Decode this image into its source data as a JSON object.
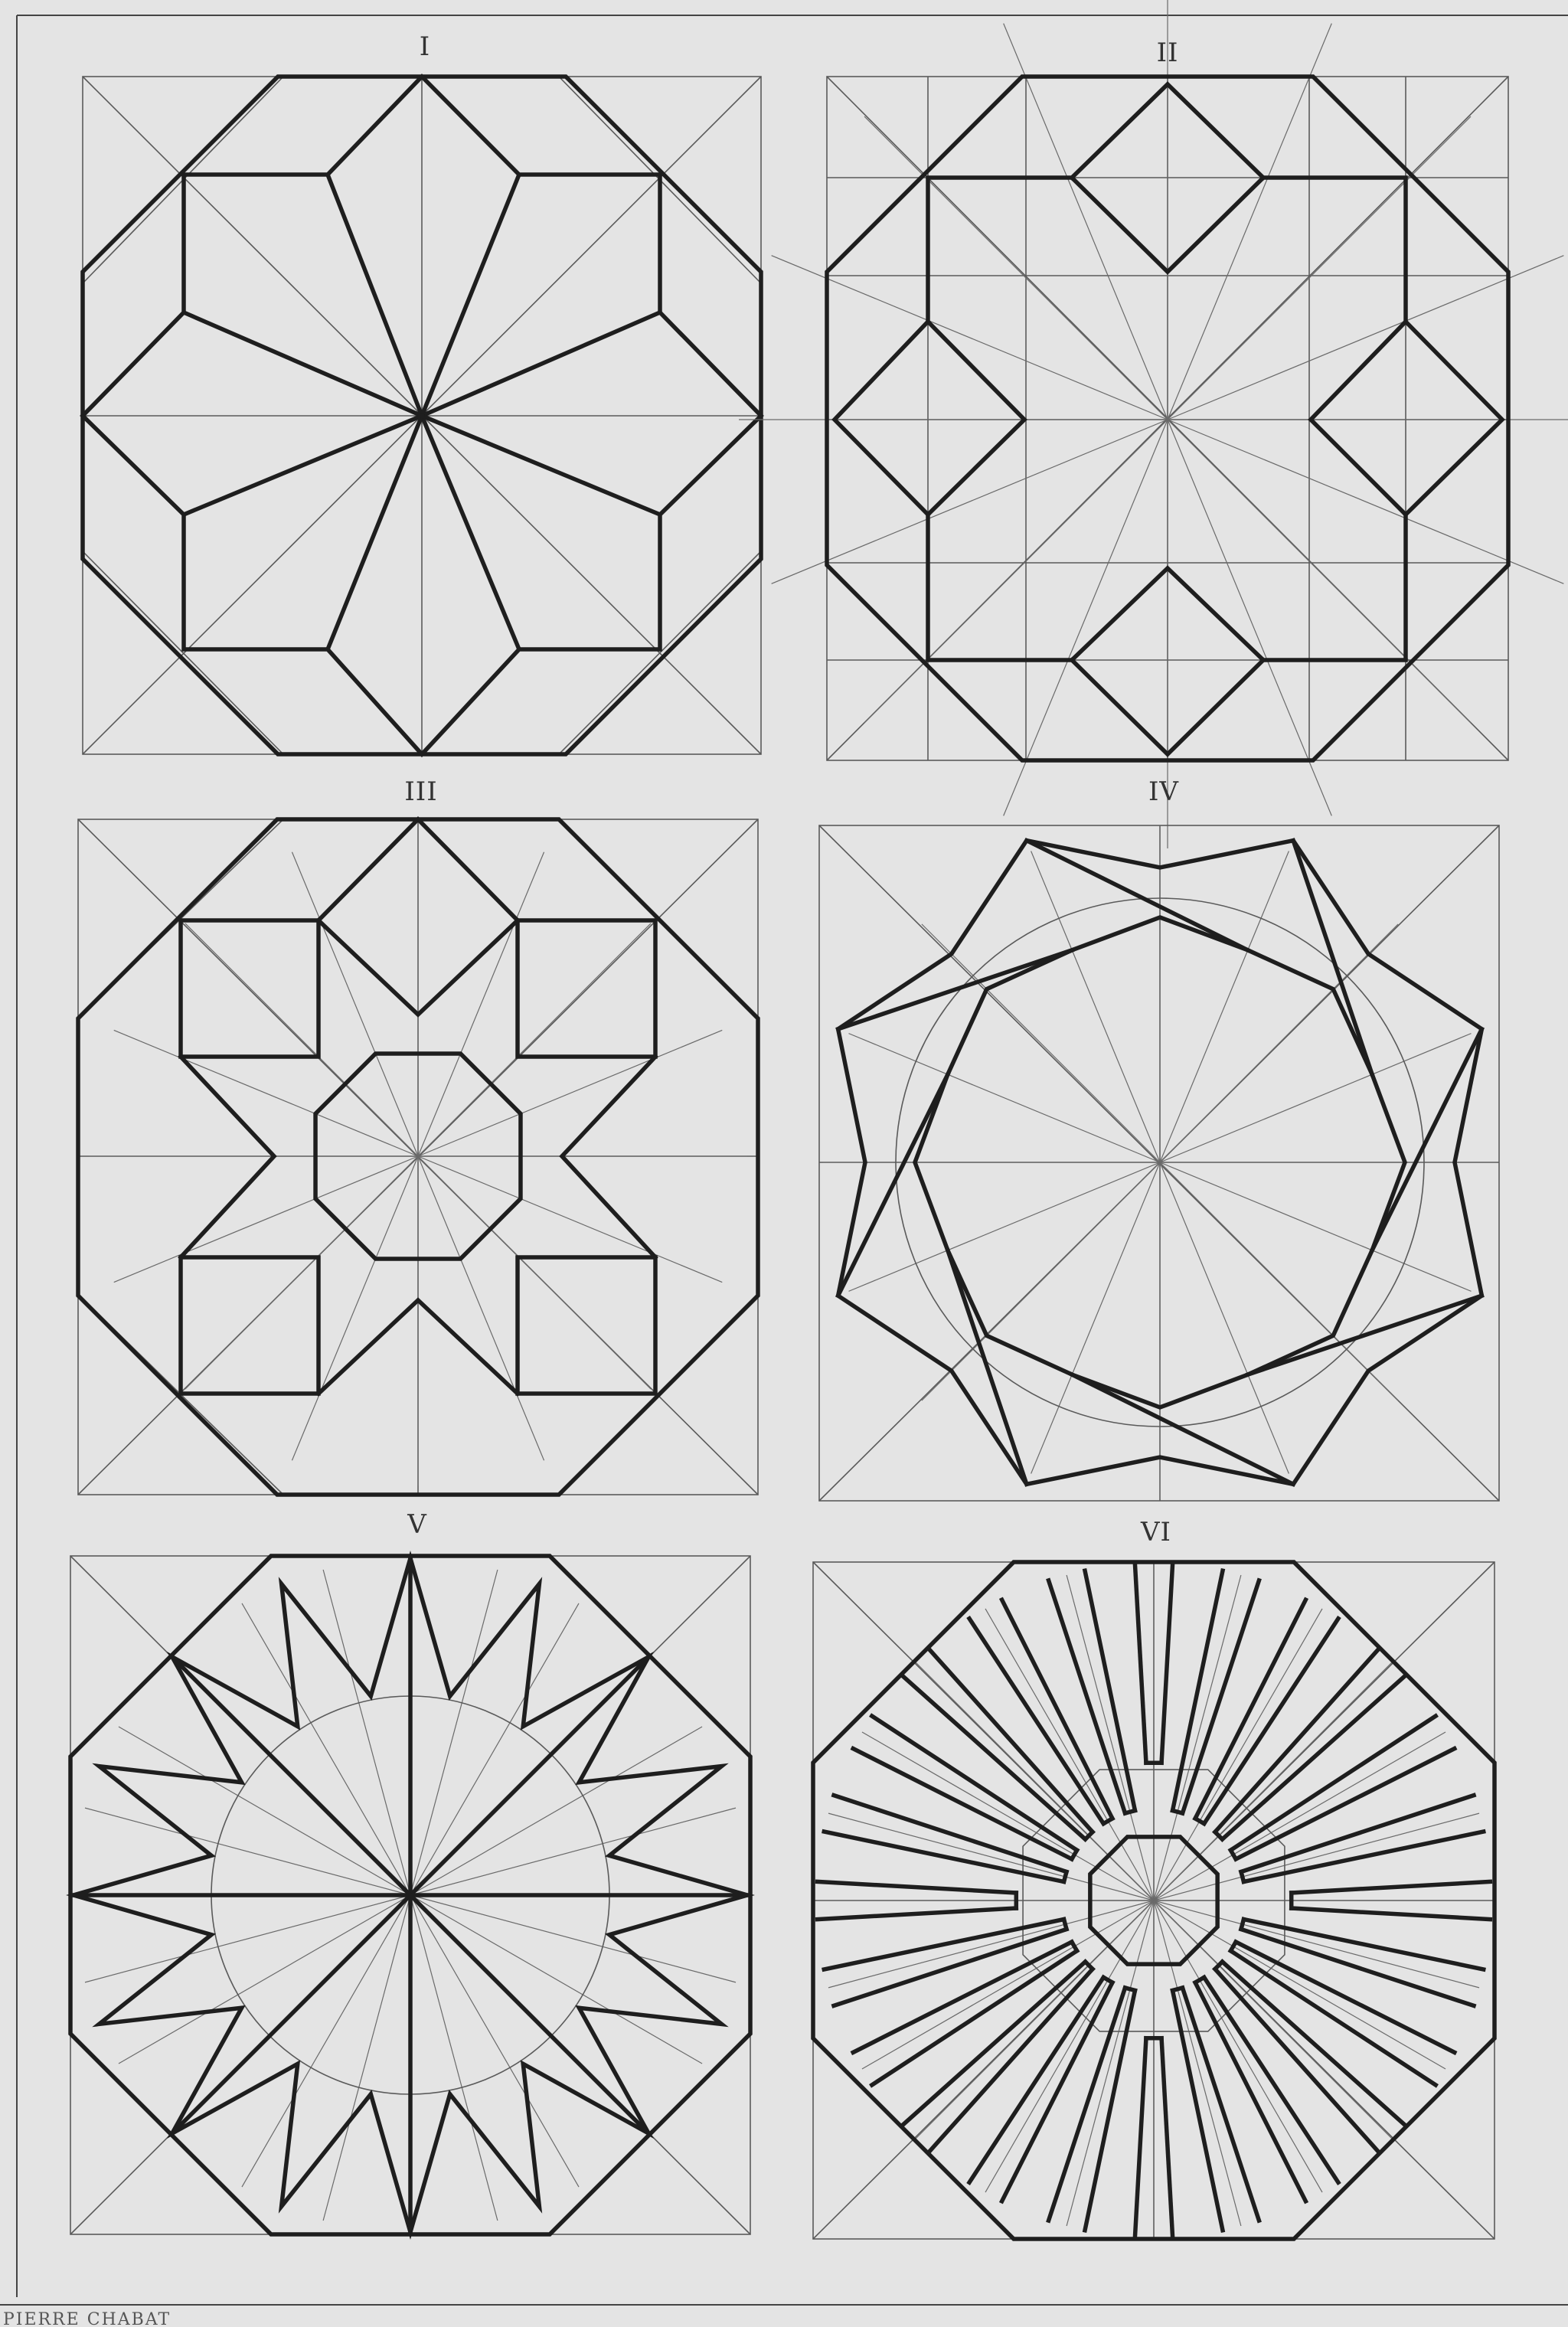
{
  "plate": {
    "panels": [
      {
        "label": "I"
      },
      {
        "label": "II"
      },
      {
        "label": "III"
      },
      {
        "label": "IV"
      },
      {
        "label": "V"
      },
      {
        "label": "VI"
      }
    ],
    "credit": "PIERRE CHABAT"
  },
  "colors": {
    "paper": "#e4e4e4",
    "bold_line": "#1e1e1e",
    "construction_line": "#5a5a5a"
  }
}
